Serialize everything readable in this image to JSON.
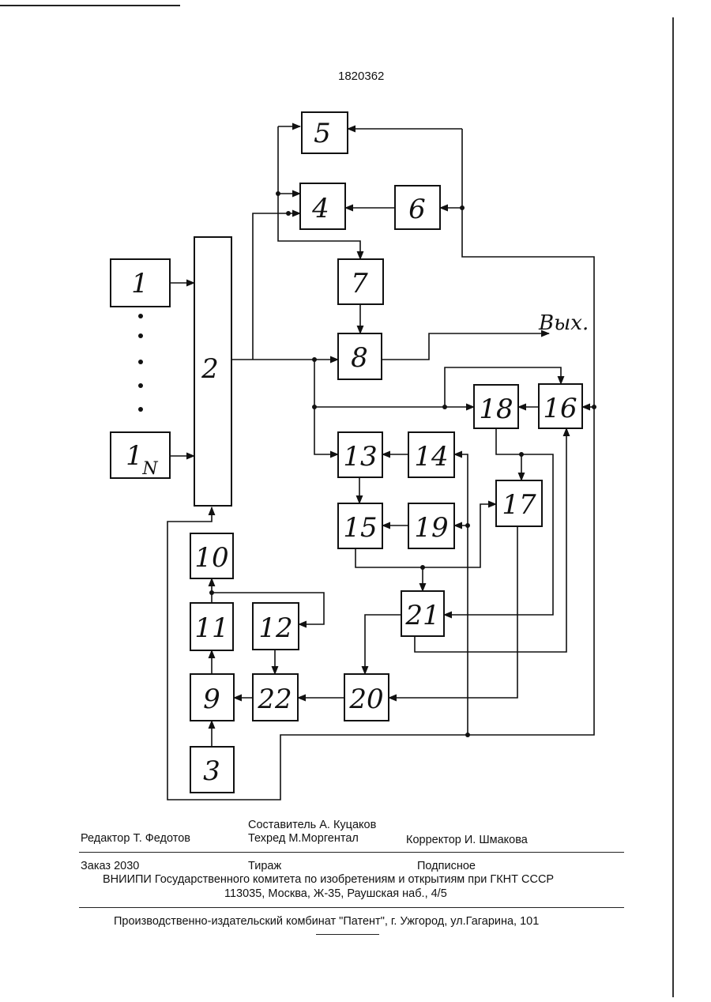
{
  "patent_number": "1820362",
  "blocks": {
    "b1": "1",
    "b1n_main": "1",
    "b1n_sub": "N",
    "b2": "2",
    "b3": "3",
    "b4": "4",
    "b5": "5",
    "b6": "6",
    "b7": "7",
    "b8": "8",
    "b9": "9",
    "b10": "10",
    "b11": "11",
    "b12": "12",
    "b13": "13",
    "b14": "14",
    "b15": "15",
    "b16": "16",
    "b17": "17",
    "b18": "18",
    "b19": "19",
    "b20": "20",
    "b21": "21",
    "b22": "22"
  },
  "output_label": "Вых.",
  "footer": {
    "compiler": "Составитель  А. Куцаков",
    "editor": "Редактор  Т. Федотов",
    "tech_editor": "Техред М.Моргентал",
    "corrector": "Корректор  И. Шмакова",
    "order": "Заказ  2030",
    "print_run": "Тираж",
    "subscription": "Подписное",
    "institute": "ВНИИПИ Государственного комитета по изобретениям и открытиям при ГКНТ СССР",
    "address": "113035, Москва, Ж-35, Раушская наб., 4/5",
    "publisher": "Производственно-издательский комбинат \"Патент\", г. Ужгород, ул.Гагарина, 101"
  }
}
